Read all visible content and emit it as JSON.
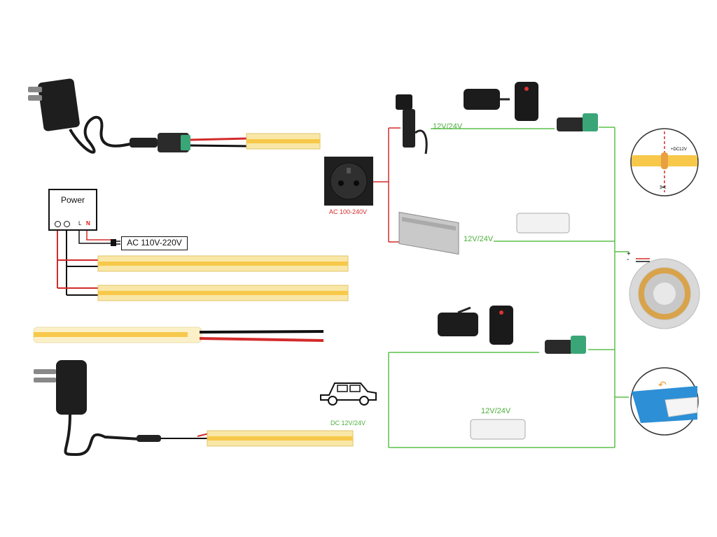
{
  "labels": {
    "power": "Power",
    "terminal_l": "L",
    "terminal_n": "N",
    "ac_input": "AC 110V-220V",
    "ac_socket": "AC 100-240V",
    "v_top": "12V/24V",
    "v_mid": "12V/24V",
    "v_bottom": "12V/24V",
    "dc_car": "DC 12V/24V",
    "plus": "+",
    "minus": "-",
    "cut_mark": "+DC12V"
  },
  "colors": {
    "wire_green": "#5cc04a",
    "wire_red": "#d32a2a",
    "strip_yellow": "#f7c84a",
    "strip_pcb": "#f9e7a8",
    "tape_blue": "#2d8fd6"
  }
}
